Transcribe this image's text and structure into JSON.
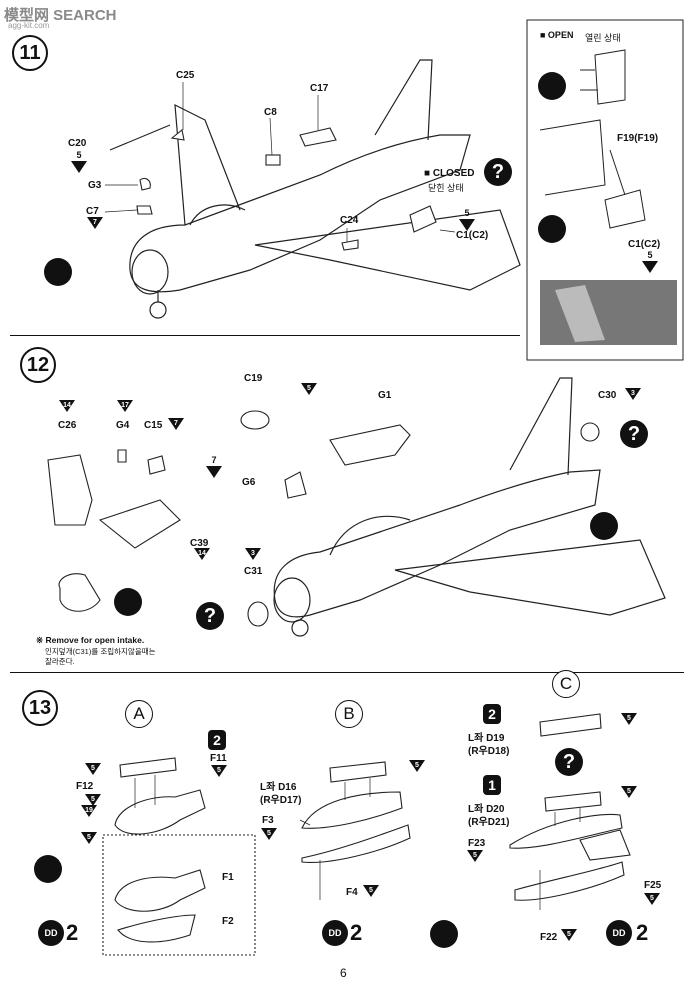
{
  "watermark": "模型网 SEARCH",
  "watermark_url": "agg-kit.com",
  "steps": {
    "s11": "11",
    "s12": "12",
    "s13": "13"
  },
  "step11": {
    "labels": {
      "c25": "C25",
      "c17": "C17",
      "c8": "C8",
      "c20": "C20",
      "g3": "G3",
      "c7": "C7",
      "c24": "C24",
      "c1c2": "C1(C2)"
    },
    "tri_values": {
      "c20": "5",
      "c7": "7",
      "c1c2": "5"
    },
    "closed_label": "■ CLOSED",
    "closed_kr": "닫힌 상태",
    "open_label": "■ OPEN",
    "open_kr": "열린 상태",
    "open_f19": "F19(F19)",
    "open_c1c2": "C1(C2)",
    "open_tri": "5"
  },
  "step12": {
    "labels": {
      "c19": "C19",
      "c26": "C26",
      "g4": "G4",
      "c15": "C15",
      "g1": "G1",
      "c30": "C30",
      "g6": "G6",
      "c39": "C39",
      "c31": "C31"
    },
    "tri_values": {
      "c19": "5",
      "c19b": "7",
      "c26": "14",
      "g4": "17",
      "c15": "7",
      "c30": "3",
      "c39": "14",
      "c31": "3"
    },
    "note_title": "※ Remove for open intake.",
    "note_kr1": "인지덮개(C31)를 조립하지않을때는",
    "note_kr2": "잘라준다."
  },
  "step13": {
    "sub_a": "A",
    "sub_b": "B",
    "sub_c": "C",
    "a_labels": {
      "f11": "F11",
      "f12": "F12",
      "f1": "F1",
      "f2": "F2"
    },
    "a_tri": {
      "t1": "5",
      "t2": "5",
      "t3": "19",
      "t4": "5",
      "f11": "5"
    },
    "a_qty": "2",
    "b_labels": {
      "d16_kr": "L좌 D16",
      "d17_kr": "(R우D17)",
      "f3": "F3",
      "f4": "F4"
    },
    "b_tri": {
      "d16": "5",
      "f3": "5",
      "f4": "5"
    },
    "b_qty": "2",
    "c_labels": {
      "d19_kr": "L좌 D19",
      "d18_kr": "(R우D18)",
      "d20_kr": "L좌 D20",
      "d21_kr": "(R우D21)",
      "f23": "F23",
      "f25": "F25",
      "f22": "F22"
    },
    "c_tri": {
      "d19": "5",
      "d20": "5",
      "f23": "5",
      "f25": "5",
      "f22": "5"
    },
    "c_box2": "2",
    "c_box1": "1",
    "a_box2": "2",
    "c_qty": "2"
  },
  "page_number": "6",
  "icons": {
    "glue": "glue-icon",
    "question": "question-icon",
    "cut": "knife-icon",
    "arrow": "direction-icon",
    "decal": "decal-icon"
  }
}
